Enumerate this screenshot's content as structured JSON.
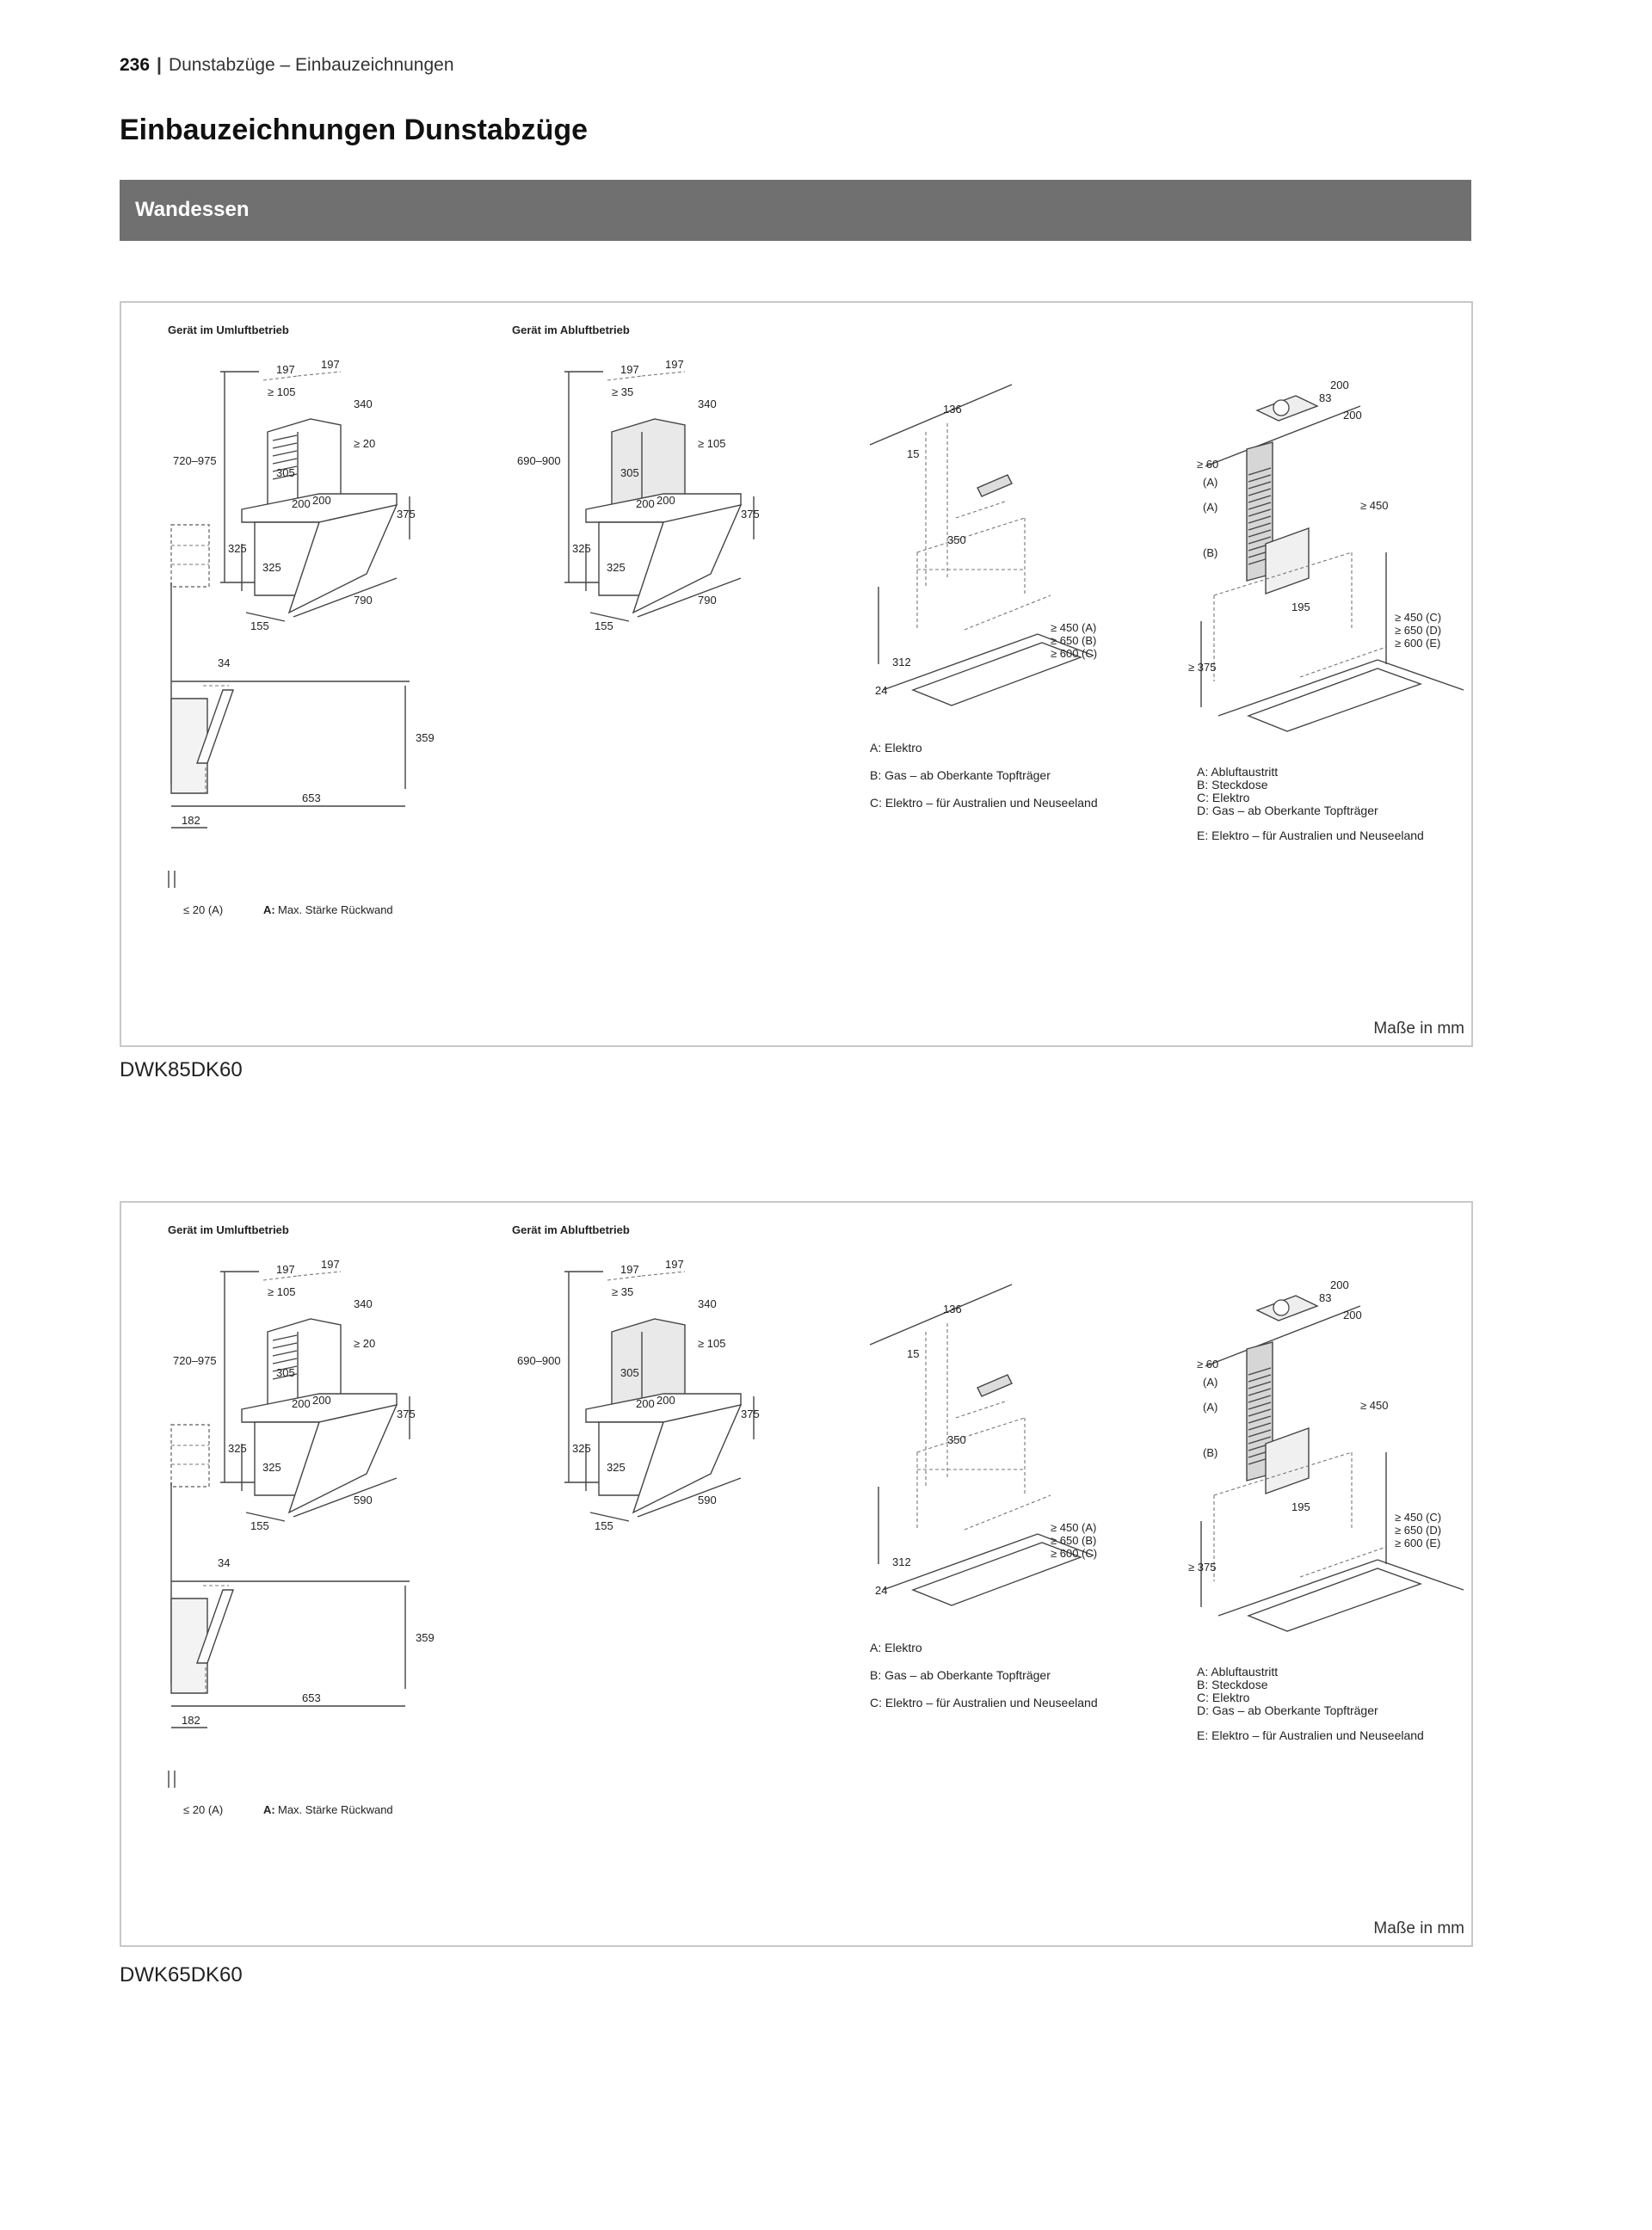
{
  "header": {
    "page_number": "236",
    "section": "Dunstabzüge – Einbauzeichnungen"
  },
  "title": "Einbauzeichnungen Dunstabzüge",
  "category_bar": "Wandessen",
  "drawings": [
    {
      "model": "DWK85DK60",
      "unit_note": "Maße in mm",
      "umluft": {
        "caption": "Gerät im Umluftbetrieb",
        "dims": [
          "197",
          "197",
          "≥ 105",
          "340",
          "720–975",
          "≥ 20",
          "305",
          "200",
          "200",
          "375",
          "325",
          "325",
          "790",
          "155"
        ]
      },
      "abluft": {
        "caption": "Gerät im Abluftbetrieb",
        "dims": [
          "197",
          "197",
          "≥ 35",
          "340",
          "690–900",
          "≥ 105",
          "305",
          "200",
          "200",
          "375",
          "325",
          "325",
          "790",
          "155"
        ]
      },
      "side": {
        "dims": [
          "34",
          "359",
          "653",
          "182",
          "≤ 20 (A)"
        ],
        "note_key": "A:",
        "note_text": "Max. Stärke Rückwand"
      },
      "install1": {
        "dims": [
          "136",
          "15",
          "350",
          "≥ 450 (A)",
          "≥ 650 (B)",
          "≥ 600 (C)",
          "312",
          "24"
        ],
        "legend": [
          "A: Elektro",
          "B: Gas – ab Oberkante Topfträger",
          "C: Elektro – für Australien und Neuseeland"
        ]
      },
      "install2": {
        "dims": [
          "200",
          "83",
          "≥ 60",
          "200",
          "(A)",
          "(A)",
          "≥ 450",
          "(B)",
          "195",
          "≥ 450 (C)",
          "≥ 650 (D)",
          "≥ 600 (E)",
          "≥ 375"
        ],
        "legend": [
          "A: Abluftaustritt",
          "B: Steckdose",
          "C: Elektro",
          "D: Gas – ab Oberkante Topfträger",
          "E: Elektro – für Australien und Neuseeland"
        ]
      }
    },
    {
      "model": "DWK65DK60",
      "unit_note": "Maße in mm",
      "umluft": {
        "caption": "Gerät im Umluftbetrieb",
        "dims": [
          "197",
          "197",
          "≥ 105",
          "340",
          "720–975",
          "≥ 20",
          "305",
          "200",
          "200",
          "375",
          "325",
          "325",
          "590",
          "155"
        ]
      },
      "abluft": {
        "caption": "Gerät im Abluftbetrieb",
        "dims": [
          "197",
          "197",
          "≥ 35",
          "340",
          "690–900",
          "≥ 105",
          "305",
          "200",
          "200",
          "375",
          "325",
          "325",
          "590",
          "155"
        ]
      },
      "side": {
        "dims": [
          "34",
          "359",
          "653",
          "182",
          "≤ 20 (A)"
        ],
        "note_key": "A:",
        "note_text": "Max. Stärke Rückwand"
      },
      "install1": {
        "dims": [
          "136",
          "15",
          "350",
          "≥ 450 (A)",
          "≥ 650 (B)",
          "≥ 600 (C)",
          "312",
          "24"
        ],
        "legend": [
          "A: Elektro",
          "B: Gas – ab Oberkante Topfträger",
          "C: Elektro – für Australien und Neuseeland"
        ]
      },
      "install2": {
        "dims": [
          "200",
          "83",
          "≥ 60",
          "200",
          "(A)",
          "(A)",
          "≥ 450",
          "(B)",
          "195",
          "≥ 450 (C)",
          "≥ 650 (D)",
          "≥ 600 (E)",
          "≥ 375"
        ],
        "legend": [
          "A: Abluftaustritt",
          "B: Steckdose",
          "C: Elektro",
          "D: Gas – ab Oberkante Topfträger",
          "E: Elektro – für Australien und Neuseeland"
        ]
      }
    }
  ]
}
